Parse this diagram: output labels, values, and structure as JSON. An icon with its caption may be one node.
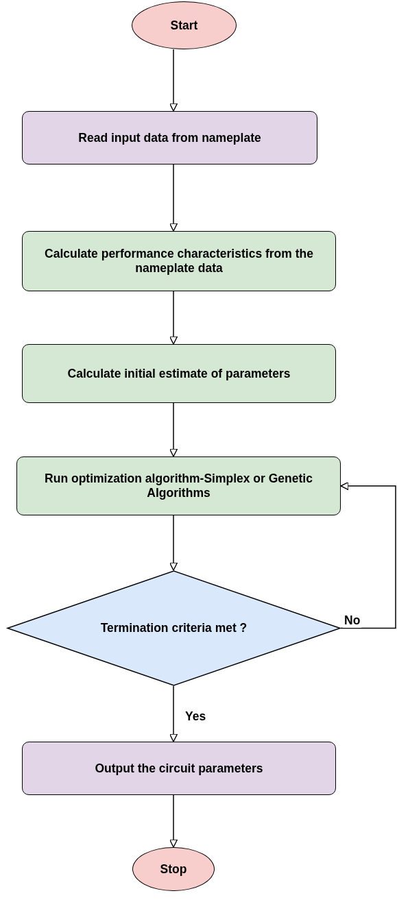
{
  "diagram": {
    "nodes": [
      {
        "text": [
          "Start"
        ]
      },
      {
        "text": [
          "Read input data from nameplate"
        ]
      },
      {
        "text": [
          "Calculate performance characteristics from the nameplate data"
        ]
      },
      {
        "text": [
          "Calculate initial estimate of parameters"
        ]
      },
      {
        "text": [
          "Run optimization algorithm-Simplex or Genetic Algorithms"
        ]
      },
      {
        "text": [
          "Termination criteria met ?"
        ]
      },
      {
        "text": [
          "Output the circuit parameters"
        ]
      },
      {
        "text": [
          "Stop"
        ]
      }
    ],
    "edges": [
      {
        "from": 0,
        "to": 1,
        "arrow": "to"
      },
      {
        "from": 1,
        "to": 2,
        "arrow": "to"
      },
      {
        "from": 2,
        "to": 3,
        "arrow": "to"
      },
      {
        "from": 3,
        "to": 4,
        "arrow": "to"
      },
      {
        "from": 4,
        "to": 5,
        "arrow": "to"
      },
      {
        "from": 5,
        "to": 6,
        "arrow": "to",
        "label": "Yes"
      },
      {
        "from": 5,
        "to": 4,
        "arrow": "to",
        "label": "No"
      },
      {
        "from": 6,
        "to": 7,
        "arrow": "to"
      }
    ]
  }
}
